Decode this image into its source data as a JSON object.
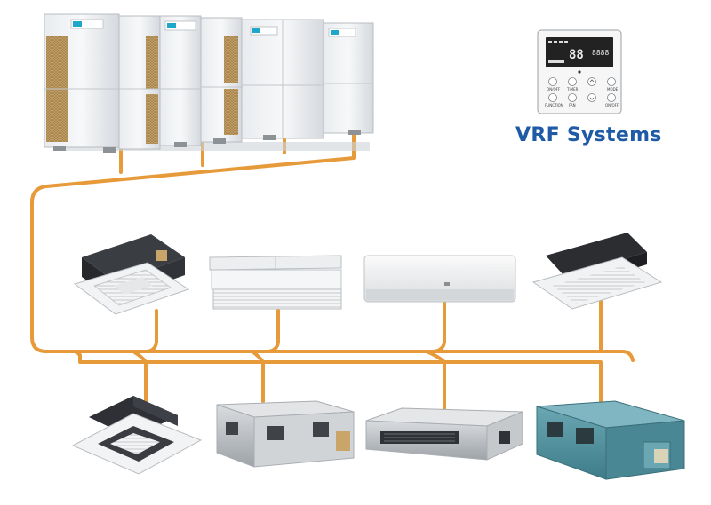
{
  "diagram": {
    "title": "VRF Systems"
  },
  "controller": {
    "display": {
      "temperature": "88",
      "time": "8888"
    },
    "buttons": [
      {
        "label": "ON/OFF"
      },
      {
        "label": "TIMER"
      },
      {
        "label": ""
      },
      {
        "label": "MODE"
      },
      {
        "label": "FUNCTION"
      },
      {
        "label": "FAN"
      },
      {
        "label": ""
      },
      {
        "label": "ON/OFF"
      }
    ]
  },
  "outdoor_units": {
    "count": 6
  },
  "indoor_units": {
    "upper_row": [
      {
        "kind": "four-way cassette"
      },
      {
        "kind": "ceiling & floor"
      },
      {
        "kind": "wall mounted"
      },
      {
        "kind": "one-way cassette"
      }
    ],
    "lower_row": [
      {
        "kind": "compact four-way cassette"
      },
      {
        "kind": "high static pressure duct"
      },
      {
        "kind": "slim duct"
      },
      {
        "kind": "fresh air processing unit"
      }
    ]
  },
  "colors": {
    "pipe": "#e79a3a",
    "title": "#1f5aa6",
    "outdoor_body": "#dfe2e6",
    "fresh_air_unit": "#4d8f9c"
  }
}
